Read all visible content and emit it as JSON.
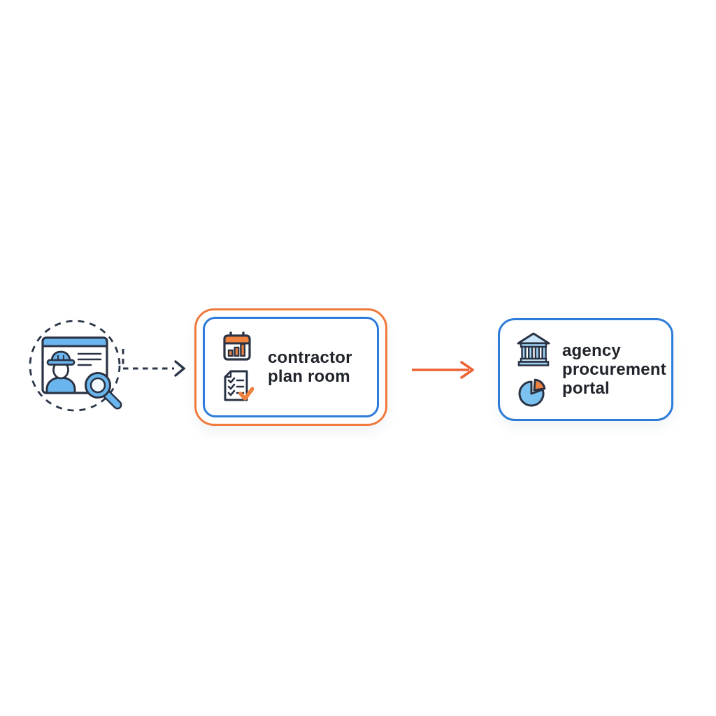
{
  "nodes": [
    {
      "id": "contractor-plan-room",
      "label": "contractor plan room",
      "icons": [
        "calendar-chart-icon",
        "checklist-icon"
      ],
      "border_colors": [
        "#f0793c",
        "#2e7cd9"
      ]
    },
    {
      "id": "agency-procurement-portal",
      "label": "agency procurement portal",
      "icons": [
        "bank-icon",
        "pie-chart-icon"
      ],
      "border_colors": [
        "#2e7cd9"
      ]
    }
  ],
  "source": {
    "icon": "contractor-profile-search-icon",
    "parts": [
      "dashed-circle",
      "profile-card",
      "hard-hat-worker",
      "magnifier"
    ]
  },
  "connectors": [
    {
      "from": "contractor-profile-search",
      "to": "contractor-plan-room",
      "style": "dashed",
      "color": "#2b3648"
    },
    {
      "from": "contractor-plan-room",
      "to": "agency-procurement-portal",
      "style": "solid",
      "color": "#ed6434"
    }
  ],
  "colors": {
    "orange": "#f0793c",
    "orange_icon": "#f0823f",
    "orange_arrow": "#ed6434",
    "blue_border": "#2e7cd9",
    "icon_blue": "#6ab5ee",
    "icon_blue_light": "#c9e5f9",
    "outline_navy": "#2a3344",
    "text_dark": "#20242b",
    "background": "#ffffff"
  }
}
